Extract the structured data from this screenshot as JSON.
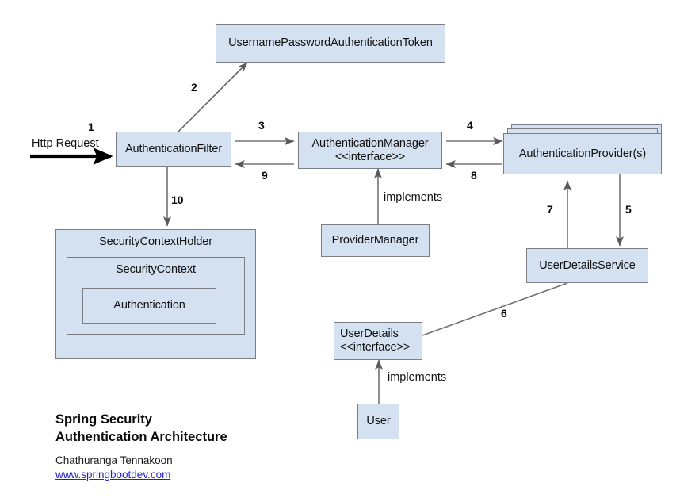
{
  "diagram": {
    "title_caption": "Spring Security\nAuthentication Architecture",
    "author": "Chathuranga Tennakoon",
    "url": "www.springbootdev.com",
    "accent_fill": "#d4e1f0",
    "accent_border": "#7b7f85",
    "link_color": "#2222cc",
    "entry_label": "Http Request",
    "nodes": {
      "token": "UsernamePasswordAuthenticationToken",
      "auth_filter": "AuthenticationFilter",
      "auth_manager": "AuthenticationManager\n<<interface>>",
      "auth_provider": "AuthenticationProvider(s)",
      "provider_manager": "ProviderManager",
      "user_details_service": "UserDetailsService",
      "user_details": "UserDetails\n<<interface>>",
      "user": "User",
      "security_context_holder": "SecurityContextHolder",
      "security_context": "SecurityContext",
      "authentication": "Authentication"
    },
    "edges": {
      "e1": "1",
      "e2": "2",
      "e3": "3",
      "e4": "4",
      "e5": "5",
      "e6": "6",
      "e7": "7",
      "e8": "8",
      "e9": "9",
      "e10": "10",
      "implements_manager": "implements",
      "implements_user": "implements"
    }
  }
}
